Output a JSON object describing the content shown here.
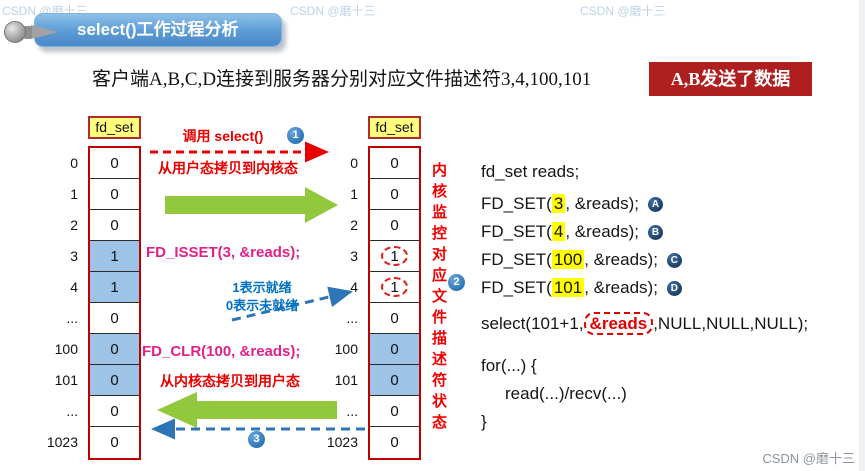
{
  "watermark": {
    "text": "CSDN @磨十三"
  },
  "banner": {
    "title": "select()工作过程分析"
  },
  "heading": {
    "text": "客户端A,B,C,D连接到服务器分别对应文件描述符3,4,100,101"
  },
  "alert": {
    "text": "A,B发送了数据"
  },
  "colors": {
    "banner_blue": "#5b9bd5",
    "alert_red": "#b01f1f",
    "accent_red": "#e80000",
    "magenta": "#e0218a",
    "note_blue": "#0070c0",
    "green_arrow": "#92c83e",
    "cell_highlight": "#9dc3e6",
    "yellow_highlight": "#ffff00"
  },
  "left_table": {
    "label": "fd_set",
    "rows": [
      {
        "index": "0",
        "value": "0",
        "hl": false
      },
      {
        "index": "1",
        "value": "0",
        "hl": false
      },
      {
        "index": "2",
        "value": "0",
        "hl": false
      },
      {
        "index": "3",
        "value": "1",
        "hl": true
      },
      {
        "index": "4",
        "value": "1",
        "hl": true
      },
      {
        "index": "...",
        "value": "0",
        "hl": false
      },
      {
        "index": "100",
        "value": "0",
        "hl": true
      },
      {
        "index": "101",
        "value": "0",
        "hl": true
      },
      {
        "index": "...",
        "value": "0",
        "hl": false
      },
      {
        "index": "1023",
        "value": "0",
        "hl": false
      }
    ]
  },
  "right_table": {
    "label": "fd_set",
    "rows": [
      {
        "index": "0",
        "value": "0",
        "hl": false,
        "circled": false
      },
      {
        "index": "1",
        "value": "0",
        "hl": false,
        "circled": false
      },
      {
        "index": "2",
        "value": "0",
        "hl": false,
        "circled": false
      },
      {
        "index": "3",
        "value": "1",
        "hl": false,
        "circled": true
      },
      {
        "index": "4",
        "value": "1",
        "hl": false,
        "circled": true
      },
      {
        "index": "...",
        "value": "0",
        "hl": false,
        "circled": false
      },
      {
        "index": "100",
        "value": "0",
        "hl": true,
        "circled": false
      },
      {
        "index": "101",
        "value": "0",
        "hl": true,
        "circled": false
      },
      {
        "index": "...",
        "value": "0",
        "hl": false,
        "circled": false
      },
      {
        "index": "1023",
        "value": "0",
        "hl": false,
        "circled": false
      }
    ]
  },
  "annotations": {
    "step1": "1",
    "step2": "2",
    "step3": "3",
    "call_select": "调用 select()",
    "copy_to_kernel": "从用户态拷贝到内核态",
    "fd_isset": "FD_ISSET(3, &reads);",
    "ready_line1": "1表示就绪",
    "ready_line2": "0表示未就绪",
    "fd_clr": "FD_CLR(100, &reads);",
    "copy_to_user": "从内核态拷贝到用户态",
    "kernel_monitor": "内核监控对应文件描述符状态"
  },
  "code": {
    "declare": "fd_set reads;",
    "fd_set_calls": [
      {
        "pre": "FD_SET(",
        "arg": "3",
        "post": ", &reads);",
        "badge": "A"
      },
      {
        "pre": "FD_SET(",
        "arg": "4",
        "post": ", &reads);",
        "badge": "B"
      },
      {
        "pre": "FD_SET(",
        "arg": "100",
        "post": ", &reads);",
        "badge": "C"
      },
      {
        "pre": "FD_SET(",
        "arg": "101",
        "post": ", &reads);",
        "badge": "D"
      }
    ],
    "select_pre": "select(101+1,",
    "select_boxed": "&reads",
    "select_post": ",NULL,NULL,NULL);",
    "for_open": "for(...) {",
    "for_body": "read(...)/recv(...)",
    "for_close": "}"
  }
}
